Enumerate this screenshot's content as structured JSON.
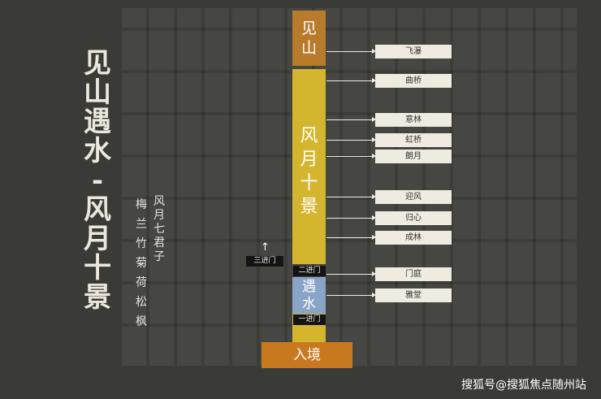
{
  "title_left": [
    "见",
    "山",
    "遇",
    "水",
    "-",
    "风",
    "月",
    "十",
    "景"
  ],
  "subtitle": [
    "风",
    "月",
    "七",
    "君",
    "子"
  ],
  "gentlemen": [
    "梅",
    "兰",
    "竹",
    "菊",
    "荷",
    "松",
    "枫"
  ],
  "segments": {
    "jianshan": [
      "见",
      "山"
    ],
    "fengyue": [
      "风",
      "月",
      "十",
      "景"
    ],
    "yushui": [
      "遇",
      "水"
    ],
    "entry": "入境"
  },
  "gates": {
    "third": "三进门",
    "second": "二进门",
    "first": "一进门"
  },
  "labels": [
    "飞瀑",
    "曲桥",
    "意林",
    "虹桥",
    "朗月",
    "迎风",
    "归心",
    "成林",
    "门庭",
    "雅堂"
  ],
  "watermark": "搜狐号@搜狐焦点随州站",
  "colors": {
    "jianshan": "#b87b2c",
    "fengyue": "#d4b52e",
    "yushui": "#8aa4c8",
    "entry": "#c8791e"
  }
}
